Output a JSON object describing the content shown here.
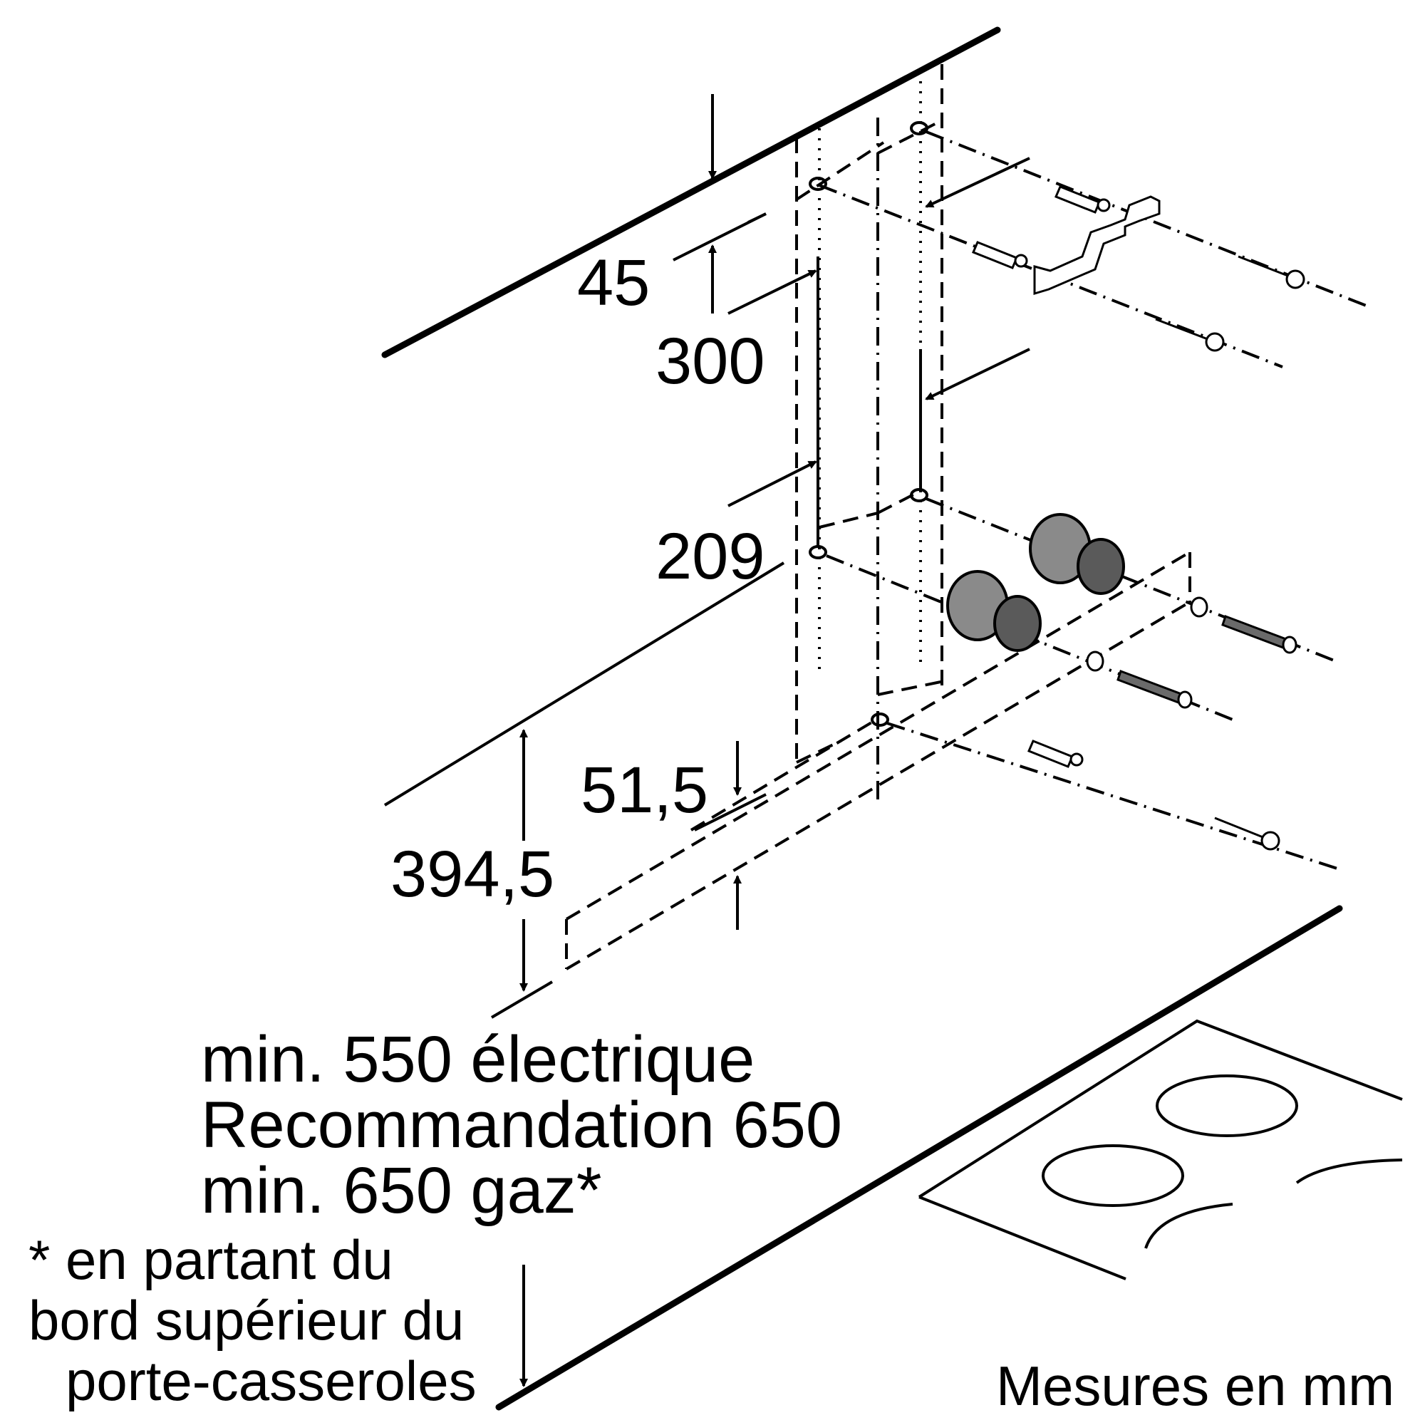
{
  "dimensions": {
    "d45": "45",
    "d300": "300",
    "d209": "209",
    "d51_5": "51,5",
    "d394_5": "394,5"
  },
  "clearance_notes": {
    "line1": "min. 550 électrique",
    "line2": "Recommandation 650",
    "line3": "min. 650 gaz*"
  },
  "footnote": {
    "line1": "* en partant du",
    "line2": "bord supérieur du",
    "line3": "porte-casseroles"
  },
  "units_label": "Mesures en mm",
  "icons": [
    "wall-plug-icon",
    "screw-icon",
    "bracket-icon",
    "spacer-icon",
    "washer-icon",
    "bolt-icon",
    "cooktop-icon"
  ]
}
